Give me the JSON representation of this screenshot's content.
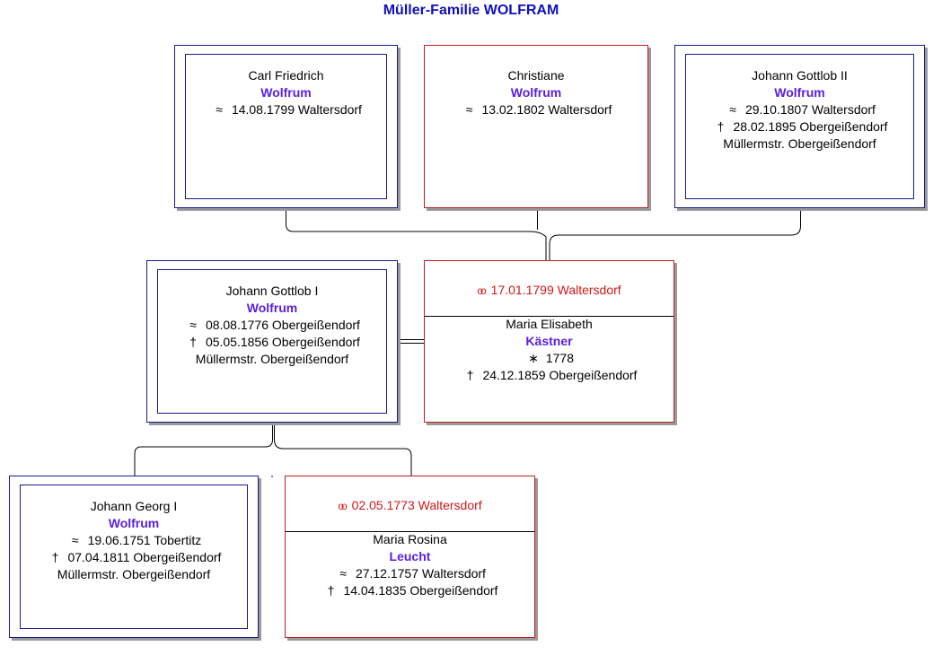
{
  "title": "Müller-Familie WOLFRAM",
  "symbols": {
    "baptism": "≈",
    "death": "†",
    "birth": "∗",
    "marriage": "oo"
  },
  "colors": {
    "male_border": "#1a1a8c",
    "female_border": "#c02020",
    "surname": "#5a1fe0",
    "marriage_text": "#d01818",
    "title": "#1010c0"
  },
  "gen3": {
    "carl": {
      "given": "Carl Friedrich",
      "surname": "Wolfrum",
      "baptism": "14.08.1799 Waltersdorf"
    },
    "christiane": {
      "given": "Christiane",
      "surname": "Wolfrum",
      "baptism": "13.02.1802 Waltersdorf"
    },
    "johann2": {
      "given": "Johann Gottlob II",
      "surname": "Wolfrum",
      "baptism": "29.10.1807 Waltersdorf",
      "death": "28.02.1895 Obergeißendorf",
      "occupation": "Müllermstr. Obergeißendorf"
    }
  },
  "gen2": {
    "johann1": {
      "given": "Johann Gottlob I",
      "surname": "Wolfrum",
      "baptism": "08.08.1776 Obergeißendorf",
      "death": "05.05.1856 Obergeißendorf",
      "occupation": "Müllermstr. Obergeißendorf"
    },
    "marriage": "17.01.1799 Waltersdorf",
    "spouse": {
      "given": "Maria Elisabeth",
      "surname": "Kästner",
      "birth": "1778",
      "death": "24.12.1859 Obergeißendorf"
    }
  },
  "gen1": {
    "georg": {
      "given": "Johann Georg I",
      "surname": "Wolfrum",
      "baptism": "19.06.1751 Tobertitz",
      "death": "07.04.1811 Obergeißendorf",
      "occupation": "Müllermstr. Obergeißendorf"
    },
    "marriage": "02.05.1773 Waltersdorf",
    "spouse": {
      "given": "Maria Rosina",
      "surname": "Leucht",
      "baptism": "27.12.1757 Waltersdorf",
      "death": "14.04.1835 Obergeißendorf"
    }
  }
}
